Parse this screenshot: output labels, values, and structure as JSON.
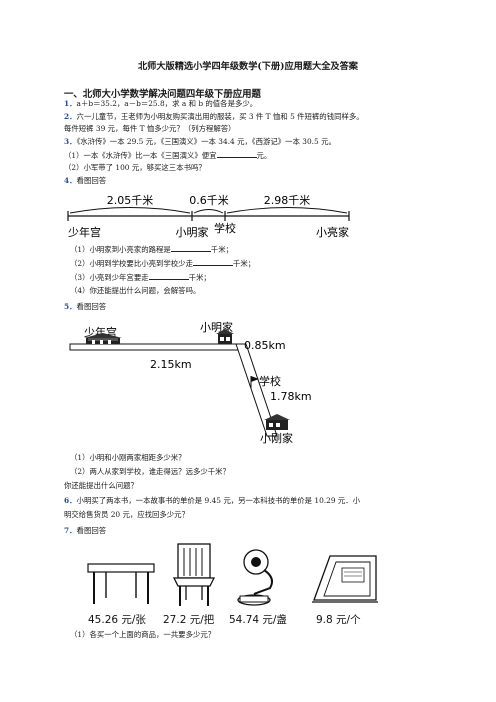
{
  "title": "北师大版精选小学四年级数学(下册)应用题大全及答案",
  "section": "一、北师大小学数学解决问题四年级下册应用题",
  "q1": {
    "num": "1．",
    "text": "a＋b＝35.2，a－b＝25.8，求 a 和 b 的值各是多少。"
  },
  "q2": {
    "num": "2．",
    "line1": "六一儿童节，王老师为小明友购买演出用的服装，买 3 件 T 恤和 5 件短裤的钱同样多。",
    "line2": "每件短裤 39 元，每件 T 恤多少元？（列方程解答）"
  },
  "q3": {
    "num": "3．",
    "text": "《水浒传》一本 29.5 元，《三国演义》一本 34.4 元，《西游记》一本 30.5 元。",
    "sub1_a": "（1）一本《水浒传》比一本《三国演义》便宜",
    "sub1_b": "元。",
    "sub2": "（2）小军带了 100 元，够买这三本书吗？"
  },
  "q4": {
    "num": "4．",
    "text": "看图回答",
    "figure": {
      "d1": "2.05千米",
      "d2": "0.6千米",
      "d3": "2.98千米",
      "p1": "少年宫",
      "p2": "小明家",
      "p3": "学校",
      "p4": "小亮家"
    },
    "sub1_a": "（1）小明家到小亮家的路程是",
    "sub1_b": "千米；",
    "sub2_a": "（2）小明到学校要比小亮到学校少走",
    "sub2_b": "千米；",
    "sub3_a": "（3）小亮到少年宫要走",
    "sub3_b": "千米；",
    "sub4": "（4）你还能提出什么问题，会解答吗。"
  },
  "q5": {
    "num": "5．",
    "text": "看图回答",
    "figure": {
      "p1": "少年宫",
      "p2": "小明家",
      "p3": "学校",
      "p4": "小刚家",
      "d1": "2.15km",
      "d2": "0.85km",
      "d3": "1.78km"
    },
    "sub1": "（1）小明和小刚两家相距多少米？",
    "sub2": "（2）两人从家到学校，谁走得远？远多少千米？",
    "sub3": "你还能提出什么问题？"
  },
  "q6": {
    "num": "6．",
    "line1": "小明买了两本书，一本故事书的单价是 9.45 元，另一本科技书的单价是 10.29 元．小",
    "line2": "明交给售货员 20 元，应找回多少元？"
  },
  "q7": {
    "num": "7．",
    "text": "看图回答",
    "figure": {
      "price1": "45.26 元/张",
      "price2": "27.2 元/把",
      "price3": "54.74 元/盏",
      "price4": "9.8 元/个"
    },
    "sub1": "（1）各买一个上面的商品，一共要多少元？"
  }
}
